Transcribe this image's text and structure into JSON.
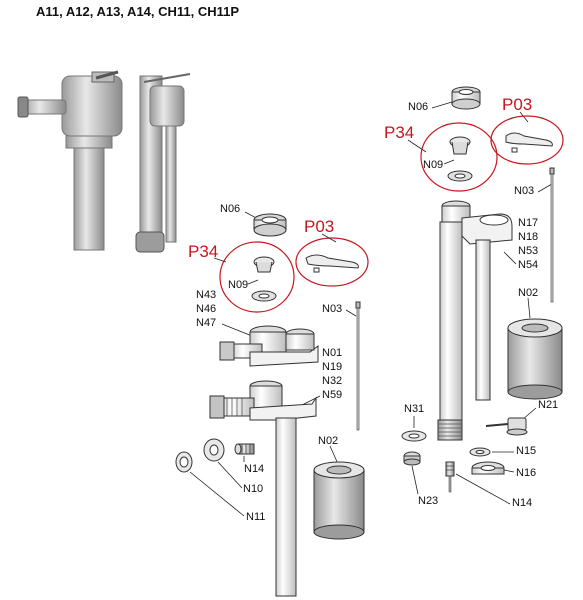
{
  "header": {
    "title": "A11, A12, A13, A14, CH11, CH11P"
  },
  "left_assembly": {
    "callouts": {
      "p34": "P34",
      "p03": "P03"
    },
    "labels": {
      "n06": "N06",
      "n09": "N09",
      "n43": "N43",
      "n46": "N46",
      "n47": "N47",
      "n03": "N03",
      "n01": "N01",
      "n19": "N19",
      "n32": "N32",
      "n59": "N59",
      "n02": "N02",
      "n14": "N14",
      "n10": "N10",
      "n11": "N11"
    }
  },
  "right_assembly": {
    "callouts": {
      "p34": "P34",
      "p03": "P03"
    },
    "labels": {
      "n06": "N06",
      "n09": "N09",
      "n03": "N03",
      "n17": "N17",
      "n18": "N18",
      "n53": "N53",
      "n54": "N54",
      "n02": "N02",
      "n31": "N31",
      "n21": "N21",
      "n15": "N15",
      "n16": "N16",
      "n23": "N23",
      "n14": "N14"
    }
  },
  "colors": {
    "callout_red": "#c8161d",
    "line": "#222222",
    "part_fill": "#f2f2f2"
  }
}
